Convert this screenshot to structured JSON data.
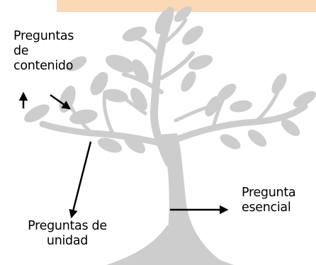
{
  "banner": {
    "color": "#fbd8b6"
  },
  "tree": {
    "color": "#cdcdcd"
  },
  "labels": {
    "contenido": [
      "Preguntas",
      "de",
      "contenido"
    ],
    "unidad": [
      "Preguntas de",
      "unidad"
    ],
    "esencial": [
      "Pregunta",
      "esencial"
    ]
  }
}
